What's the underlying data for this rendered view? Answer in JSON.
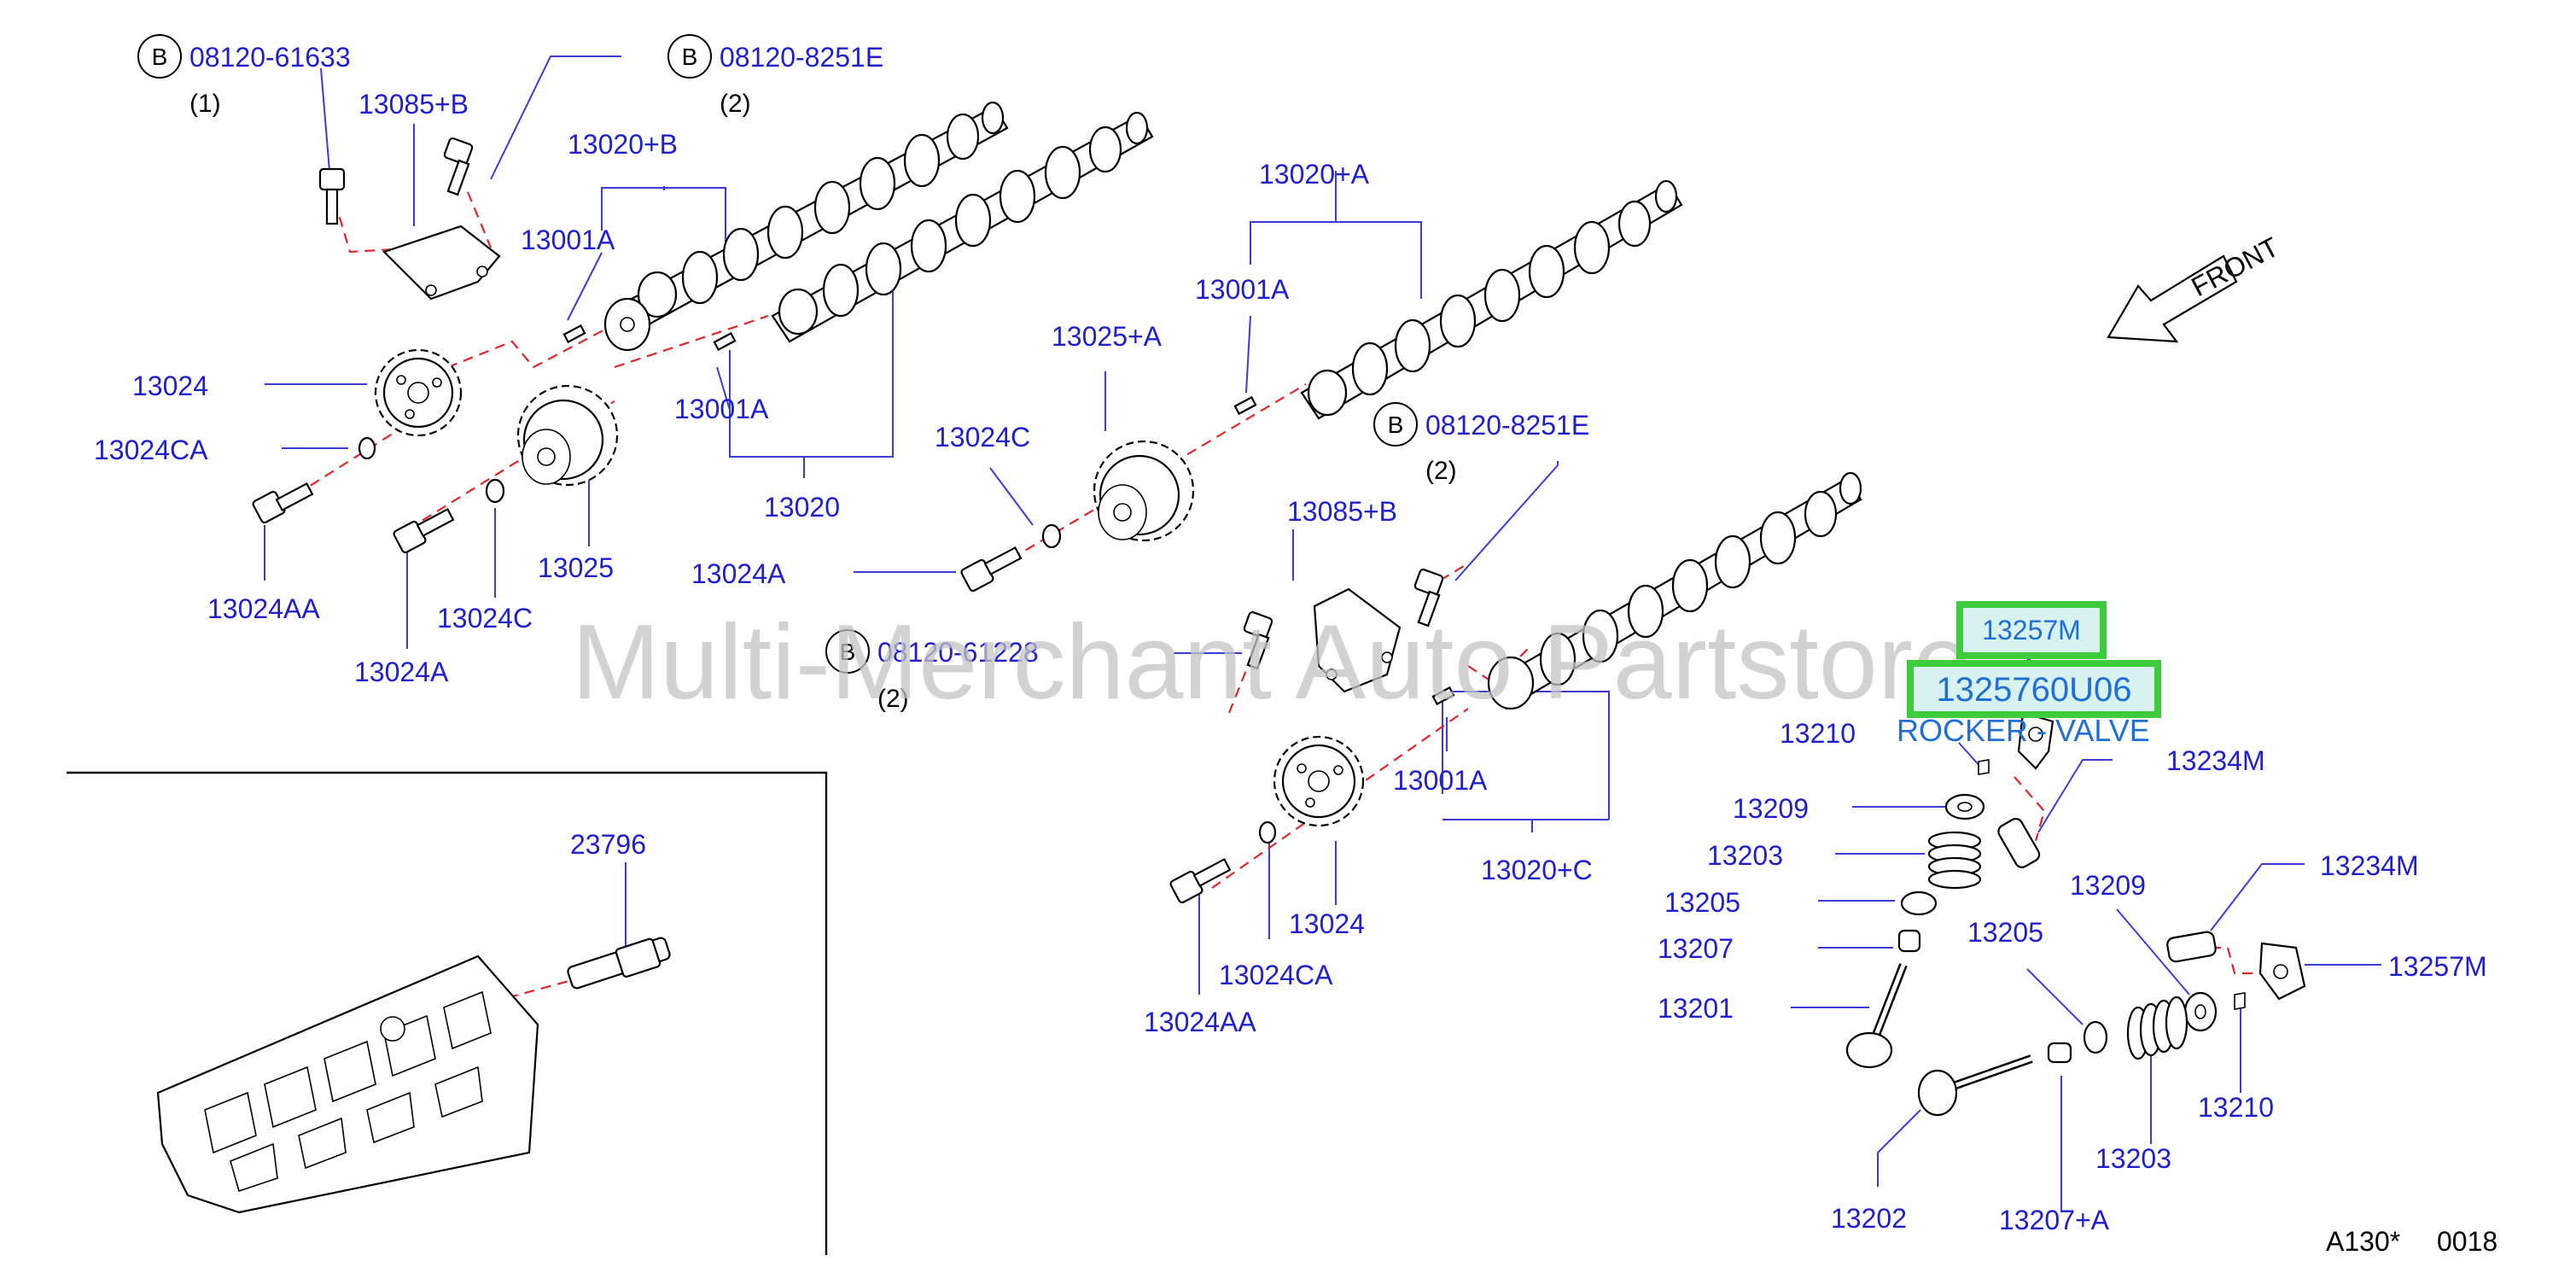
{
  "watermark": "Multi-Merchant Auto Partstore",
  "front_label": "FRONT",
  "diagram_code": "A130*",
  "diagram_number": "0018",
  "highlight": {
    "part_code": "13257M",
    "part_number": "1325760U06",
    "part_description": "ROCKER - VALVE"
  },
  "bolt_callouts": [
    {
      "mark": "B",
      "part": "08120-61633",
      "qty": "(1)"
    },
    {
      "mark": "B",
      "part": "08120-8251E",
      "qty": "(2)"
    },
    {
      "mark": "B",
      "part": "08120-8251E",
      "qty": "(2)"
    },
    {
      "mark": "B",
      "part": "08120-61228",
      "qty": "(2)"
    }
  ],
  "labels": [
    "13085+B",
    "13020+B",
    "13001A",
    "13024",
    "13024CA",
    "13001A",
    "13020",
    "13024AA",
    "13024A",
    "13024C",
    "13025",
    "13020+A",
    "13001A",
    "13025+A",
    "13024C",
    "13024A",
    "13085+B",
    "13001A",
    "13020+C",
    "13024",
    "13024CA",
    "13024AA",
    "23796",
    "13210",
    "13234M",
    "13209",
    "13203",
    "13205",
    "13207",
    "13201",
    "13209",
    "13234M",
    "13205",
    "13257M",
    "13210",
    "13203",
    "13202",
    "13207+A"
  ]
}
